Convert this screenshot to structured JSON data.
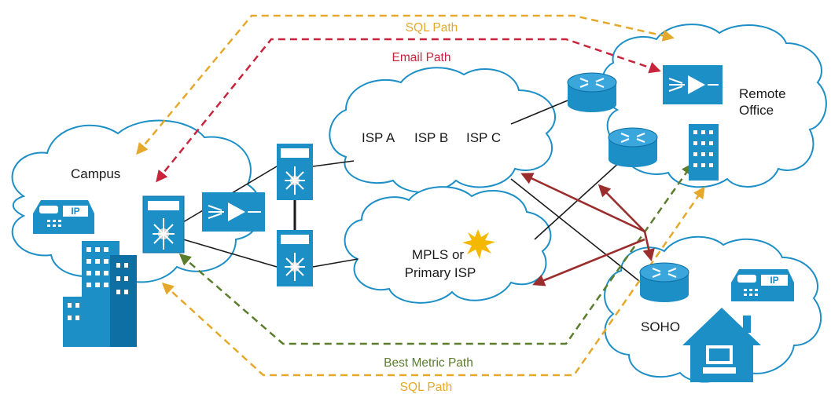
{
  "labels": {
    "campus": "Campus",
    "remote_office_line1": "Remote",
    "remote_office_line2": "Office",
    "soho": "SOHO",
    "isp_a": "ISP A",
    "isp_b": "ISP B",
    "isp_c": "ISP C",
    "mpls_line1": "MPLS or",
    "mpls_line2": "Primary ISP",
    "ip_phone_campus": "IP",
    "ip_phone_soho": "IP"
  },
  "paths": {
    "sql_top": "SQL Path",
    "email": "Email Path",
    "best_metric": "Best Metric Path",
    "sql_bottom": "SQL Path"
  },
  "colors": {
    "sql": "#e6a82a",
    "email": "#c8243c",
    "best_metric": "#5b7d2e",
    "traffic_arrows": "#9b2d2d",
    "device_blue": "#1d8fc7",
    "cloud_outline": "#1d8fc7",
    "burst": "#f5b800"
  }
}
